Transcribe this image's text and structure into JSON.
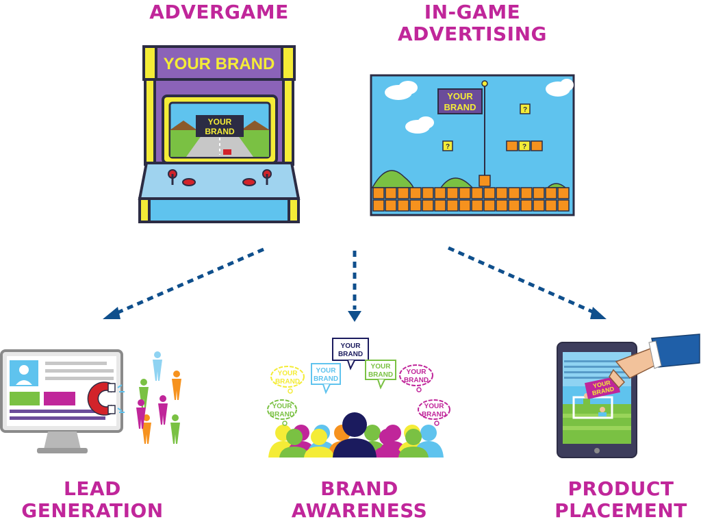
{
  "labels": {
    "advergame": [
      "ADVERGAME"
    ],
    "in_game": [
      "IN-GAME",
      "ADVERTISING"
    ],
    "lead": [
      "LEAD",
      "GENERATION"
    ],
    "awareness": [
      "BRAND",
      "AWARENESS"
    ],
    "placement": [
      "PRODUCT",
      "PLACEMENT"
    ]
  },
  "brand_text": "YOUR BRAND",
  "brand_line1": "YOUR",
  "brand_line2": "BRAND",
  "question_mark": "?",
  "colors": {
    "title": "#c0269a",
    "arrow": "#0f4f8c",
    "sky": "#5fc3ee",
    "grass": "#7ac143",
    "orange": "#f6921e",
    "purple": "#6b4c9a",
    "yellow": "#f4ec37"
  }
}
